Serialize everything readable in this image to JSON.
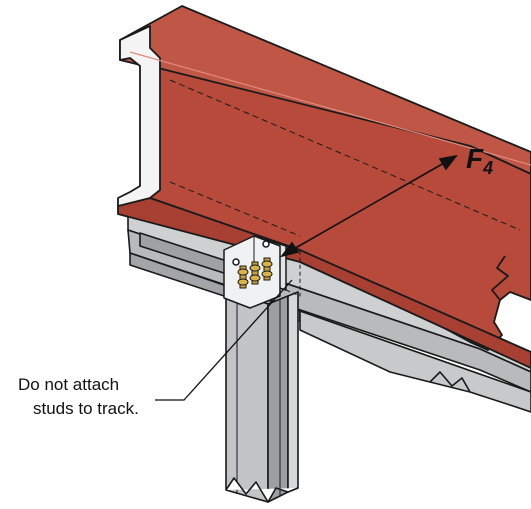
{
  "diagram": {
    "force_label": "F",
    "force_subscript": "4",
    "note_lines": [
      "Do not attach",
      "studs to track."
    ],
    "colors": {
      "beam_red": "#b84a3c",
      "beam_red_dark": "#8f352b",
      "steel_light": "#d4d5d7",
      "steel_mid": "#b7b8bb",
      "steel_dark": "#8e9094",
      "bracket": "#ecedee",
      "bolt": "#c9a13a",
      "outline": "#1a1a1a"
    },
    "icons": [
      "force-arrow-icon",
      "leader-line-icon",
      "bolt-icon"
    ]
  }
}
